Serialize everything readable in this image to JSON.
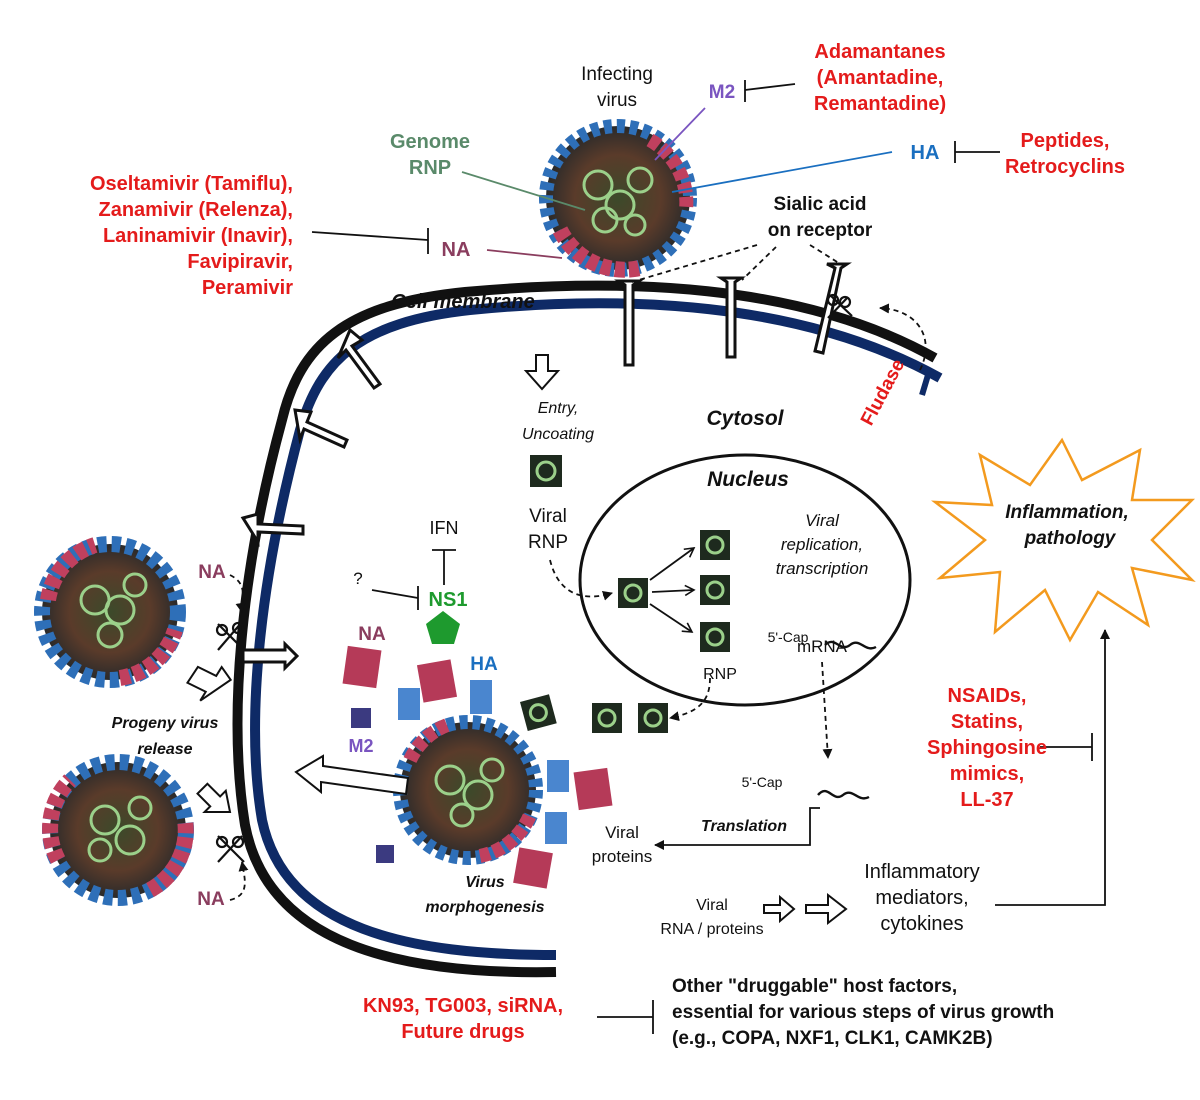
{
  "colors": {
    "drug": "#e41b1b",
    "na": "#8a3d5e",
    "ha": "#1a6fc0",
    "m2": "#7a55c0",
    "genome": "#5a8a6a",
    "ns1": "#1e9a2e",
    "inflammation": "#f39a1e",
    "membrane_outer": "#111111",
    "membrane_inner": "#0e2a66"
  },
  "labels": {
    "infecting_virus": [
      "Infecting",
      "virus"
    ],
    "genome_rnp": [
      "Genome",
      "RNP"
    ],
    "m2": "M2",
    "ha": "HA",
    "na": "NA",
    "sialic_acid": [
      "Sialic acid",
      "on receptor"
    ],
    "cell_membrane": "Cell membrane",
    "entry": [
      "Entry,",
      "Uncoating"
    ],
    "cytosol": "Cytosol",
    "nucleus": "Nucleus",
    "viral_rnp": [
      "Viral",
      "RNP"
    ],
    "replication": [
      "Viral",
      "replication,",
      "transcription"
    ],
    "cap1": "5'-Cap",
    "mrna": "mRNA",
    "rnp": "RNP",
    "ifn": "IFN",
    "question": "?",
    "ns1": "NS1",
    "na_cyt": "NA",
    "ha_cyt": "HA",
    "m2_cyt": "M2",
    "progeny": [
      "Progeny virus",
      "release"
    ],
    "na_top": "NA",
    "na_bottom": "NA",
    "morphogenesis": [
      "Virus",
      "morphogenesis"
    ],
    "cap2": "5'-Cap",
    "translation": "Translation",
    "viral_proteins": [
      "Viral",
      "proteins"
    ],
    "viral_rna_proteins": [
      "Viral",
      "RNA / proteins"
    ],
    "inflammatory": [
      "Inflammatory",
      "mediators,",
      "cytokines"
    ],
    "inflammation": [
      "Inflammation,",
      "pathology"
    ],
    "fludase": "Fludase",
    "host_factors": [
      "Other \"druggable\" host factors,",
      "essential for various steps of virus growth",
      "(e.g., COPA, NXF1, CLK1, CAMK2B)"
    ]
  },
  "drugs": {
    "adamantanes": [
      "Adamantanes",
      "(Amantadine,",
      "Remantadine)"
    ],
    "peptides": [
      "Peptides,",
      "Retrocyclins"
    ],
    "na_inhibitors": [
      "Oseltamivir (Tamiflu),",
      "Zanamivir (Relenza),",
      "Laninamivir (Inavir),",
      "Favipiravir,",
      "Peramivir"
    ],
    "anti_inflammatory": [
      "NSAIDs,",
      "Statins,",
      "Sphingosine",
      "mimics,",
      "LL-37"
    ],
    "host_targeting": [
      "KN93, TG003, siRNA,",
      "Future drugs"
    ]
  }
}
